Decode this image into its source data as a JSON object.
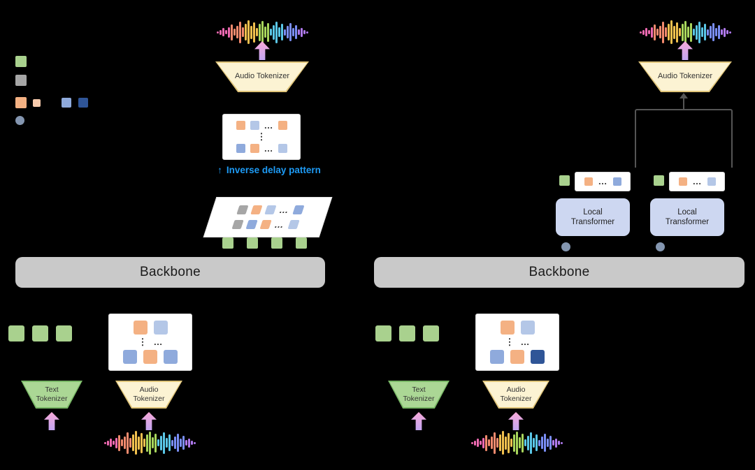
{
  "colors": {
    "background": "#000000",
    "backbone_fill": "#c9c9c9",
    "backbone_text": "#1b1b1b",
    "audio_tok_fill": "#fcf3d3",
    "audio_tok_border": "#dfc479",
    "text_tok_fill": "#abd795",
    "text_tok_border": "#79b866",
    "local_tf_fill": "#cdd7f1",
    "local_tf_text": "#222222",
    "box_bg": "#ffffff",
    "box_border": "#dcdcdc",
    "connector": "#555555",
    "delay_label": "#1e9bf5",
    "arrow_pink_a": "#f7a8d8",
    "arrow_pink_b": "#c3a6f1",
    "label_text": "#333333"
  },
  "palette": {
    "green": "#a9d18e",
    "gray": "#a6a6a6",
    "orange": "#f4b183",
    "peach": "#f8cbad",
    "lightblue": "#b4c7e7",
    "blue": "#8faadc",
    "darkblue": "#2f5597",
    "slate": "#8496b0"
  },
  "left": {
    "audio_tokenizer_top": "Audio Tokenizer",
    "delay_arrow": "↑",
    "delay_label": "Inverse delay pattern",
    "backbone": "Backbone",
    "text_tokenizer": "Text Tokenizer",
    "audio_tokenizer_bottom": "Audio Tokenizer",
    "top_token_grid": [
      [
        "orange",
        "lightblue",
        "hdots",
        "orange"
      ],
      [
        "vdots"
      ],
      [
        "blue",
        "orange",
        "hdots",
        "lightblue"
      ]
    ],
    "parallelogram_grid": [
      [
        "gray",
        "orange",
        "lightblue",
        "hdots",
        "blue"
      ],
      [
        "gray",
        "blue",
        "orange",
        "hdots",
        "lightblue"
      ]
    ],
    "bottom_token_grid": [
      [
        "orange",
        "lightblue"
      ],
      [
        "vdots",
        "hdots"
      ],
      [
        "blue",
        "orange",
        "blue"
      ]
    ]
  },
  "right": {
    "audio_tokenizer_top": "Audio Tokenizer",
    "local_transformer_1": "Local Transformer",
    "local_transformer_2": "Local Transformer",
    "backbone": "Backbone",
    "text_tokenizer": "Text Tokenizer",
    "audio_tokenizer_bottom": "Audio Tokenizer",
    "small_grid_1": [
      [
        "orange",
        "hdots",
        "blue"
      ]
    ],
    "small_grid_2": [
      [
        "orange",
        "hdots",
        "lightblue"
      ]
    ],
    "bottom_token_grid": [
      [
        "orange",
        "lightblue"
      ],
      [
        "vdots",
        "hdots"
      ],
      [
        "blue",
        "orange",
        "darkblue"
      ]
    ]
  },
  "waveform": {
    "bar_heights": [
      3,
      7,
      12,
      6,
      15,
      23,
      10,
      18,
      31,
      14,
      24,
      34,
      19,
      29,
      12,
      25,
      33,
      16,
      27,
      10,
      21,
      31,
      14,
      24,
      9,
      18,
      26,
      12,
      20,
      8,
      13,
      6,
      3
    ],
    "colors": [
      "#f06ab2",
      "#f58b6e",
      "#f2c14e",
      "#a8d65c",
      "#5bc8e8",
      "#7a8ef5",
      "#b07af0"
    ]
  }
}
